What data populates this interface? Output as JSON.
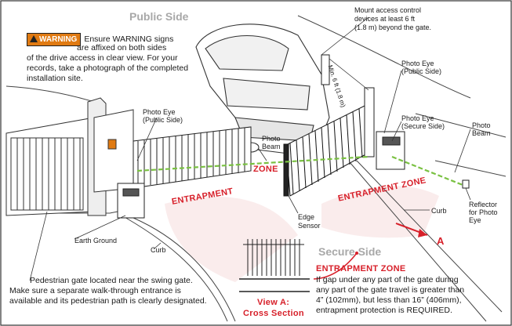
{
  "labels": {
    "public_side": "Public Side",
    "secure_side": "Secure Side",
    "warning_badge": "WARNING",
    "warning_line1": "Ensure WARNING signs",
    "warning_line2": "are affixed on both sides",
    "warning_line3": "of the drive access in clear view. For your",
    "warning_line4": "records, take a photograph of the completed",
    "warning_line5": "installation site.",
    "mount_line1": "Mount access control",
    "mount_line2": "devices at least 6 ft",
    "mount_line3": "(1.8 m) beyond the gate.",
    "min_distance": "Min. 6 ft (1.8 m)",
    "photo_eye_public_left_1": "Photo Eye",
    "photo_eye_public_left_2": "(Public Side)",
    "photo_eye_public_right_1": "Photo Eye",
    "photo_eye_public_right_2": "(Public Side)",
    "photo_eye_secure_1": "Photo Eye",
    "photo_eye_secure_2": "(Secure Side)",
    "photo_beam_center_1": "Photo",
    "photo_beam_center_2": "Beam",
    "photo_beam_right_1": "Photo",
    "photo_beam_right_2": "Beam",
    "zone": "ZONE",
    "entrapment_left": "ENTRAPMENT",
    "entrapment_right": "ENTRAPMENT  ZONE",
    "edge_sensor_1": "Edge",
    "edge_sensor_2": "Sensor",
    "curb_right": "Curb",
    "curb_left": "Curb",
    "earth_ground": "Earth Ground",
    "reflector_1": "Reflector",
    "reflector_2": "for Photo",
    "reflector_3": "Eye",
    "marker_a": "A",
    "view_a_1": "View A:",
    "view_a_2": "Cross Section",
    "entrapment_zone_title": "ENTRAPMENT ZONE",
    "gap_line1": "If gap under any part of the gate during",
    "gap_line2": "any part of the gate travel is greater than",
    "gap_line3": "4” (102mm), but less than 16” (406mm),",
    "gap_line4": "entrapment protection is REQUIRED.",
    "ped_line1": "Pedestrian gate located near the swing gate.",
    "ped_line2": "Make sure a separate walk-through entrance is",
    "ped_line3": "available and its pedestrian path is clearly designated."
  },
  "colors": {
    "accent_red": "#d7202a",
    "beam_green": "#7ac142",
    "warning_orange": "#e07a12",
    "side_gray": "#a8a8a8"
  }
}
